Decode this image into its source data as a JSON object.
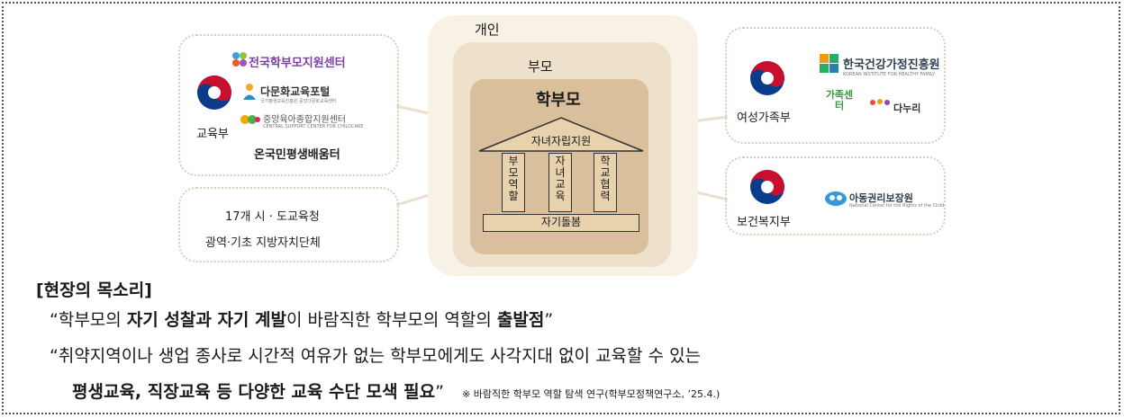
{
  "diagram": {
    "rings": {
      "outer": "개인",
      "middle": "부모",
      "inner": "학부모"
    },
    "house": {
      "roof": "자녀자립지원",
      "pillars": [
        "부모역할",
        "자녀교육",
        "학교협력"
      ],
      "base": "자기돌봄"
    },
    "left_top": {
      "ministry": "교육부",
      "logos": [
        "전국학부모지원센터",
        "다문화교육포털",
        "중앙육아종합지원센터",
        "온국민평생배움터"
      ],
      "logo_subs": [
        "국가평생교육진흥원 중앙다문화교육센터",
        "CENTRAL SUPPORT CENTER FOR CHILDCARE"
      ]
    },
    "left_bottom": {
      "line1": "17개 시 · 도교육청",
      "line2": "광역·기초 지방자치단체"
    },
    "right_top": {
      "ministry": "여성가족부",
      "logo_main": "한국건강가정진흥원",
      "logo_sub": "KOREAN INSTITUTE FOR HEALTHY FAMILY",
      "logo_family_center": "가족센터",
      "logo_danuri": "다누리"
    },
    "right_bottom": {
      "ministry": "보건복지부",
      "logo": "아동권리보장원",
      "logo_sub": "National Center for the Rights of the Child"
    }
  },
  "voices": {
    "title": "[현장의 목소리]",
    "quote1": {
      "open": "“학부모의 ",
      "bold1": "자기 성찰과 자기 계발",
      "mid": "이 바람직한 학부모의 역할의 ",
      "bold2": "출발점",
      "close": "”"
    },
    "quote2": "“취약지역이나 생업 종사로 시간적 여유가 없는 학부모에게도 사각지대 없이 교육할 수 있는",
    "quote3": {
      "bold": "평생교육, 직장교육 등 다양한 교육 수단 모색 필요",
      "close": "”"
    },
    "source": "※ 바람직한 학부모 역할 탐색 연구(학부모정책연구소, ’25.4.)"
  },
  "colors": {
    "outer": "#f7f1e6",
    "middle": "#ede1cc",
    "inner": "#d9bf9b",
    "pillar": "#e8d2ad",
    "gov_red": "#c8102e",
    "gov_blue": "#0b3c8c"
  }
}
